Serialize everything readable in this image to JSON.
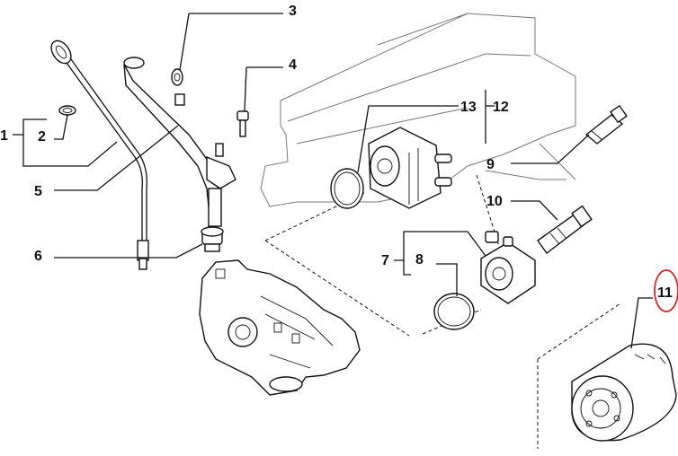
{
  "callouts": {
    "c1": "1",
    "c2": "2",
    "c3": "3",
    "c4": "4",
    "c5": "5",
    "c6": "6",
    "c7": "7",
    "c8": "8",
    "c9": "9",
    "c10": "10",
    "c11": "11",
    "c12": "12",
    "c13": "13"
  },
  "highlight": {
    "callout": "11",
    "color": "#d62828"
  }
}
